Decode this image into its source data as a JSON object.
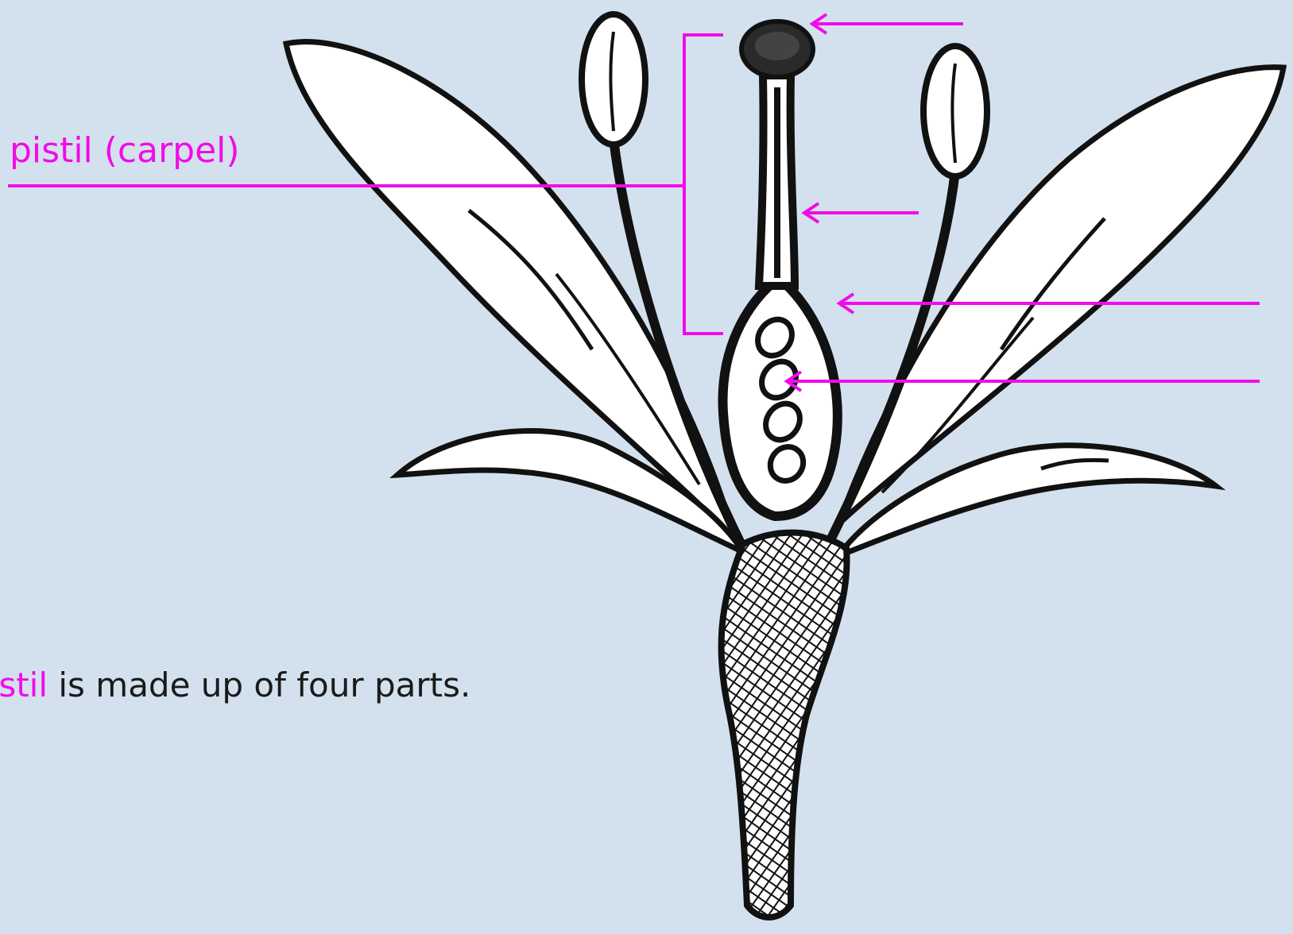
{
  "diagram": {
    "pistil_label": "pistil (carpel)",
    "caption": {
      "highlight": "pistil",
      "rest": " is made up of four parts."
    }
  },
  "colors": {
    "background": "#d3e1ee",
    "annotation": "#f20be8",
    "ink": "#111111",
    "petal_fill": "#ffffff"
  }
}
